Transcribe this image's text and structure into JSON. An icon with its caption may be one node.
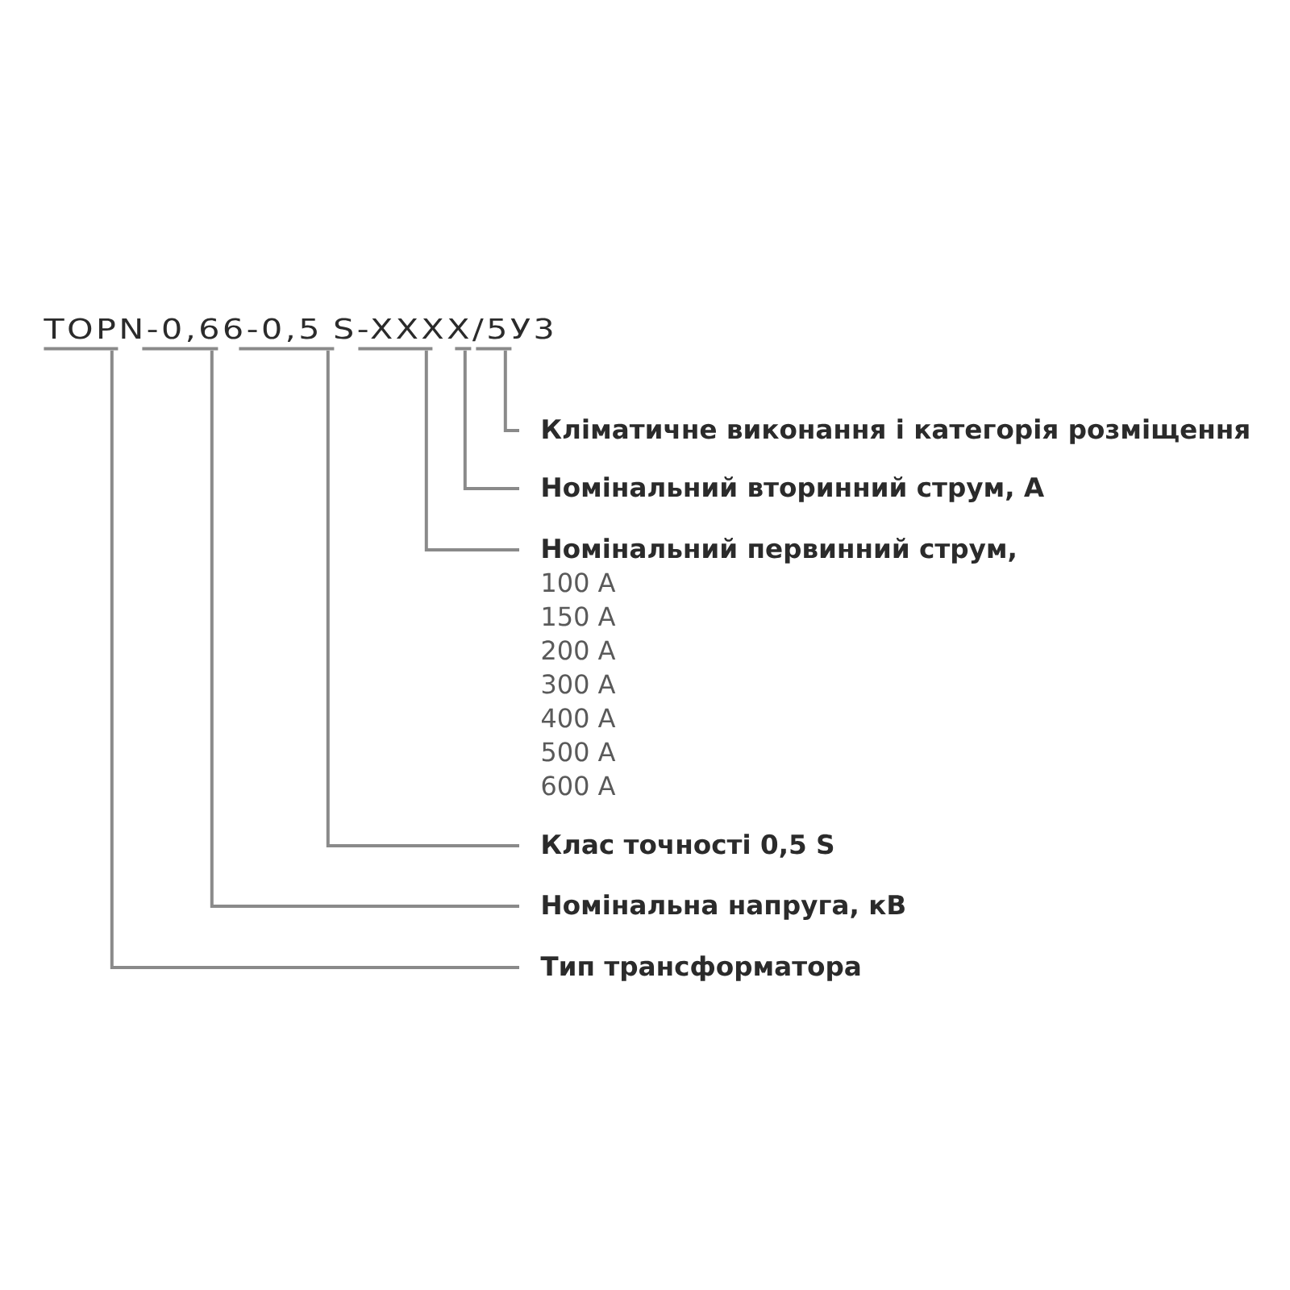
{
  "diagram": {
    "nodes": [
      {
        "text": [],
        "shape": "bar"
      },
      {
        "text": [],
        "shape": "bar"
      },
      {
        "text": [],
        "shape": "bar"
      },
      {
        "text": [],
        "shape": "bar"
      },
      {
        "text": [],
        "shape": "bar"
      },
      {
        "text": [],
        "shape": "bar"
      },
      {
        "text": [
          "Кліматичне виконання і категорія розміщення"
        ]
      },
      {
        "text": [
          "Номінальний вторинний струм, А"
        ]
      },
      {
        "text": [
          "Номінальний первинний струм,",
          "100 А",
          "150 А",
          "200 А",
          "300 А",
          "400 А",
          "500 А",
          "600 А"
        ]
      },
      {
        "text": [
          "Клас точності 0,5 S"
        ]
      },
      {
        "text": [
          "Номінальна напруга, кВ"
        ]
      },
      {
        "text": [
          "Тип трансформатора"
        ]
      }
    ],
    "edges": [
      {
        "from": 6,
        "to": 5,
        "arrow": "none"
      },
      {
        "from": 7,
        "to": 4,
        "arrow": "none"
      },
      {
        "from": 8,
        "to": 3,
        "arrow": "none"
      },
      {
        "from": 9,
        "to": 2,
        "arrow": "none"
      },
      {
        "from": 10,
        "to": 1,
        "arrow": "none"
      },
      {
        "from": 11,
        "to": 0,
        "arrow": "none"
      }
    ],
    "labels": [
      "TOPN-0,66-0,5 S-XXXX/5У3"
    ]
  }
}
